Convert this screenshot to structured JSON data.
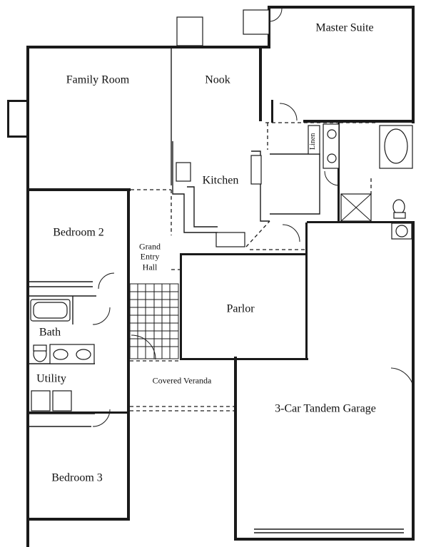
{
  "plan": {
    "rooms": {
      "master_suite": "Master Suite",
      "family_room": "Family Room",
      "nook": "Nook",
      "kitchen": "Kitchen",
      "bedroom2": "Bedroom 2",
      "grand_entry_hall": [
        "Grand",
        "Entry",
        "Hall"
      ],
      "parlor": "Parlor",
      "bath": "Bath",
      "utility": "Utility",
      "covered_veranda": "Covered Veranda",
      "garage": "3-Car Tandem Garage",
      "bedroom3": "Bedroom 3",
      "linen": "Linen"
    }
  }
}
